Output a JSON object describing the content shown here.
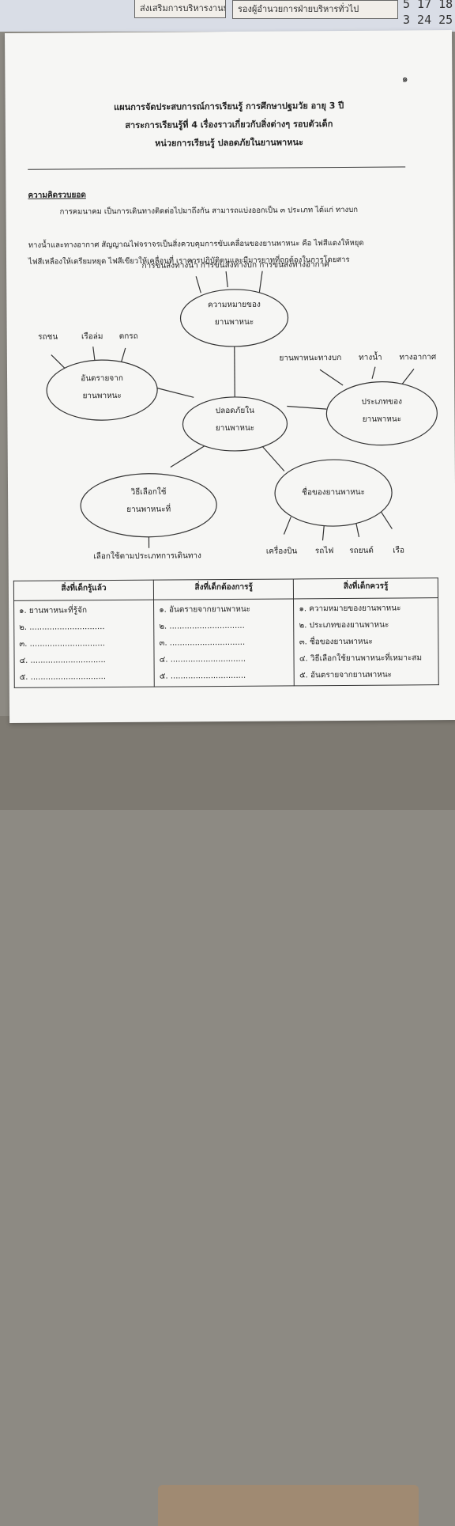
{
  "background": {
    "tab_left": "ส่งเสริมการบริหารงานบุคคล",
    "tab_right": "รองผู้อำนวยการฝ่ายบริหารทั่วไป",
    "calendar_row1": "5  17  18",
    "calendar_row2": "3  24  25"
  },
  "document": {
    "page_number": "๑",
    "title_line1": "แผนการจัดประสบการณ์การเรียนรู้ การศึกษาปฐมวัย อายุ 3 ปี",
    "title_line2": "สาระการเรียนรู้ที่ 4 เรื่องราวเกี่ยวกับสิ่งต่างๆ รอบตัวเด็ก",
    "title_line3": "หน่วยการเรียนรู้ ปลอดภัยในยานพาหนะ",
    "concept_heading": "ความคิดรวบยอด",
    "concept_line1": "การคมนาคม เป็นการเดินทางติดต่อไปมาถึงกัน สามารถแบ่งออกเป็น ๓ ประเภท ได้แก่ ทางบก",
    "concept_line2": "ทางน้ำและทางอากาศ สัญญาณไฟจราจรเป็นสิ่งควบคุมการขับเคลื่อนของยานพาหนะ คือ ไฟสีแดงให้หยุด",
    "concept_line3": "ไฟสีเหลืองให้เตรียมหยุด ไฟสีเขียวให้เคลื่อนที่ เราควรปฏิบัติตนและมีมารยาทที่ถูกต้องในการโดยสาร"
  },
  "mindmap": {
    "center": [
      "ปลอดภัยใน",
      "ยานพาหนะ"
    ],
    "meaning": {
      "label": [
        "ความหมายของ",
        "ยานพาหนะ"
      ],
      "leaves_text": "การขนส่งทางน้ำ  การขนส่งทางบก  การขนส่งทางอากาศ"
    },
    "danger": {
      "label": [
        "อันตรายจาก",
        "ยานพาหนะ"
      ],
      "leaves": [
        "รถชน",
        "เรือล่ม",
        "ตกรถ"
      ]
    },
    "types": {
      "label": [
        "ประเภทของ",
        "ยานพาหนะ"
      ],
      "leaves": [
        "ยานพาหนะทางบก",
        "ทางน้ำ",
        "ทางอากาศ"
      ]
    },
    "choose": {
      "label": [
        "วิธีเลือกใช้",
        "ยานพาหนะที่"
      ],
      "leaf": "เลือกใช้ตามประเภทการเดินทาง"
    },
    "names": {
      "label": "ชื่อของยานพาหนะ",
      "leaves": [
        "เครื่องบิน",
        "รถไฟ",
        "รถยนต์",
        "เรือ"
      ]
    }
  },
  "kwl_table": {
    "headers": [
      "สิ่งที่เด็กรู้แล้ว",
      "สิ่งที่เด็กต้องการรู้",
      "สิ่งที่เด็กควรรู้"
    ],
    "known": [
      "๑. ยานพาหนะที่รู้จัก",
      "๒. ..............................",
      "๓. ..............................",
      "๔. ..............................",
      "๕. .............................."
    ],
    "want": [
      "๑. อันตรายจากยานพาหนะ",
      "๒. ..............................",
      "๓. ..............................",
      "๔. ..............................",
      "๕. .............................."
    ],
    "should": [
      "๑. ความหมายของยานพาหนะ",
      "๒. ประเภทของยานพาหนะ",
      "๓. ชื่อของยานพาหนะ",
      "๔. วิธีเลือกใช้ยานพาหนะที่เหมาะสม",
      "๕. อันตรายจากยานพาหนะ"
    ]
  }
}
